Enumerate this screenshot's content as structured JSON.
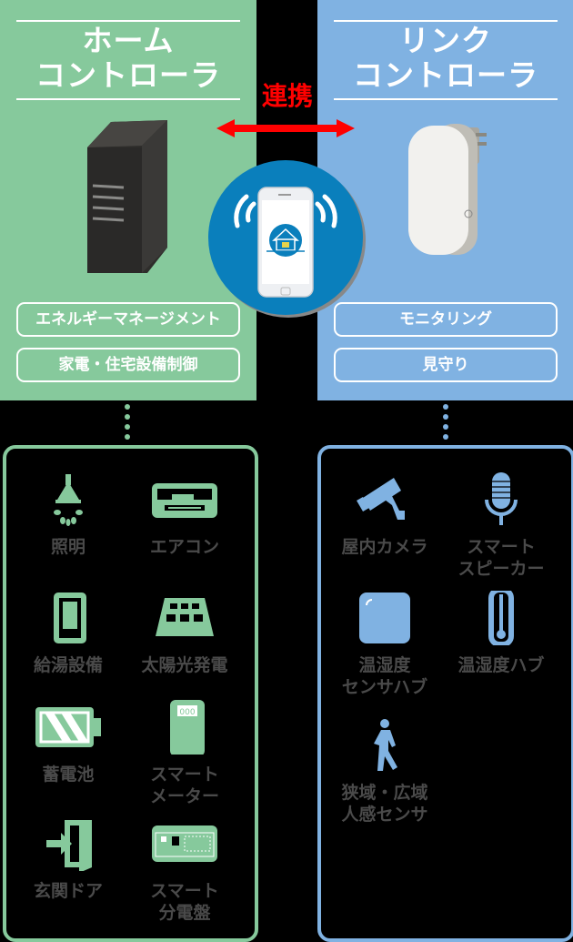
{
  "left_panel": {
    "title_line1": "ホーム",
    "title_line2": "コントローラ",
    "features": [
      "エネルギーマネージメント",
      "家電・住宅設備制御"
    ],
    "accent_color": "#86c99c"
  },
  "right_panel": {
    "title_line1": "リンク",
    "title_line2": "コントローラ",
    "features": [
      "モニタリング",
      "見守り"
    ],
    "accent_color": "#80b2e2"
  },
  "link": {
    "label": "連携",
    "arrow_color": "#ff0000",
    "center_icon": "smartphone-home-app-icon"
  },
  "left_devices": [
    {
      "icon": "ceiling-light-icon",
      "label": "照明"
    },
    {
      "icon": "air-conditioner-icon",
      "label": "エアコン"
    },
    {
      "icon": "water-heater-icon",
      "label": "給湯設備"
    },
    {
      "icon": "solar-panel-icon",
      "label": "太陽光発電"
    },
    {
      "icon": "battery-icon",
      "label": "蓄電池"
    },
    {
      "icon": "smart-meter-icon",
      "label": "スマート\nメーター"
    },
    {
      "icon": "entrance-door-icon",
      "label": "玄関ドア"
    },
    {
      "icon": "distribution-board-icon",
      "label": "スマート\n分電盤"
    }
  ],
  "right_devices": [
    {
      "icon": "security-camera-icon",
      "label": "屋内カメラ"
    },
    {
      "icon": "microphone-icon",
      "label": "スマート\nスピーカー"
    },
    {
      "icon": "sensor-hub-icon",
      "label": "温湿度\nセンサハブ"
    },
    {
      "icon": "thermometer-icon",
      "label": "温湿度ハブ"
    },
    {
      "icon": "walking-person-icon",
      "label": "狭域・広域\n人感センサ"
    }
  ]
}
